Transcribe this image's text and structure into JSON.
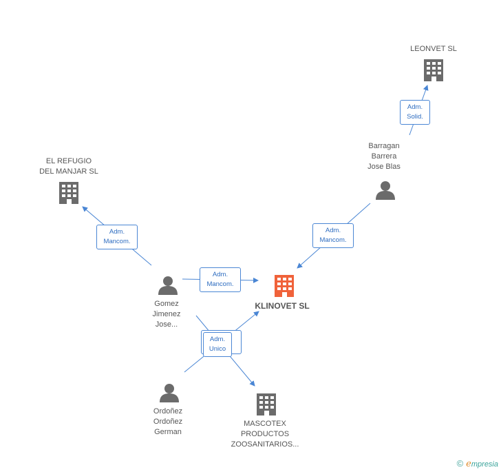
{
  "nodes": {
    "leonvet": {
      "name": "LEONVET SL"
    },
    "refugio": {
      "name_line1": "EL REFUGIO",
      "name_line2": "DEL MANJAR SL"
    },
    "barragan": {
      "line1": "Barragan",
      "line2": "Barrera",
      "line3": "Jose Blas"
    },
    "klinovet": {
      "name": "KLINOVET SL"
    },
    "gomez": {
      "line1": "Gomez",
      "line2": "Jimenez",
      "line3": "Jose..."
    },
    "ordonez": {
      "line1": "Ordoñez",
      "line2": "Ordoñez",
      "line3": "German"
    },
    "mascotex": {
      "line1": "MASCOTEX",
      "line2": "PRODUCTOS",
      "line3": "ZOOSANITARIOS..."
    }
  },
  "relations": {
    "solid": {
      "line1": "Adm.",
      "line2": "Solid."
    },
    "mancom_barragan": {
      "line1": "Adm.",
      "line2": "Mancom."
    },
    "mancom_refugio": {
      "line1": "Adm.",
      "line2": "Mancom."
    },
    "mancom_klinovet": {
      "line1": "Adm.",
      "line2": "Mancom."
    },
    "unico": {
      "line1": "Adm.",
      "line2": "Unico"
    }
  },
  "footer": {
    "copyright": "©",
    "brand_initial": "e",
    "brand_rest": "mpresia"
  },
  "colors": {
    "edge": "#4a86d4",
    "building": "#6b6b6b",
    "building_main": "#f0623a",
    "person": "#6b6b6b"
  }
}
